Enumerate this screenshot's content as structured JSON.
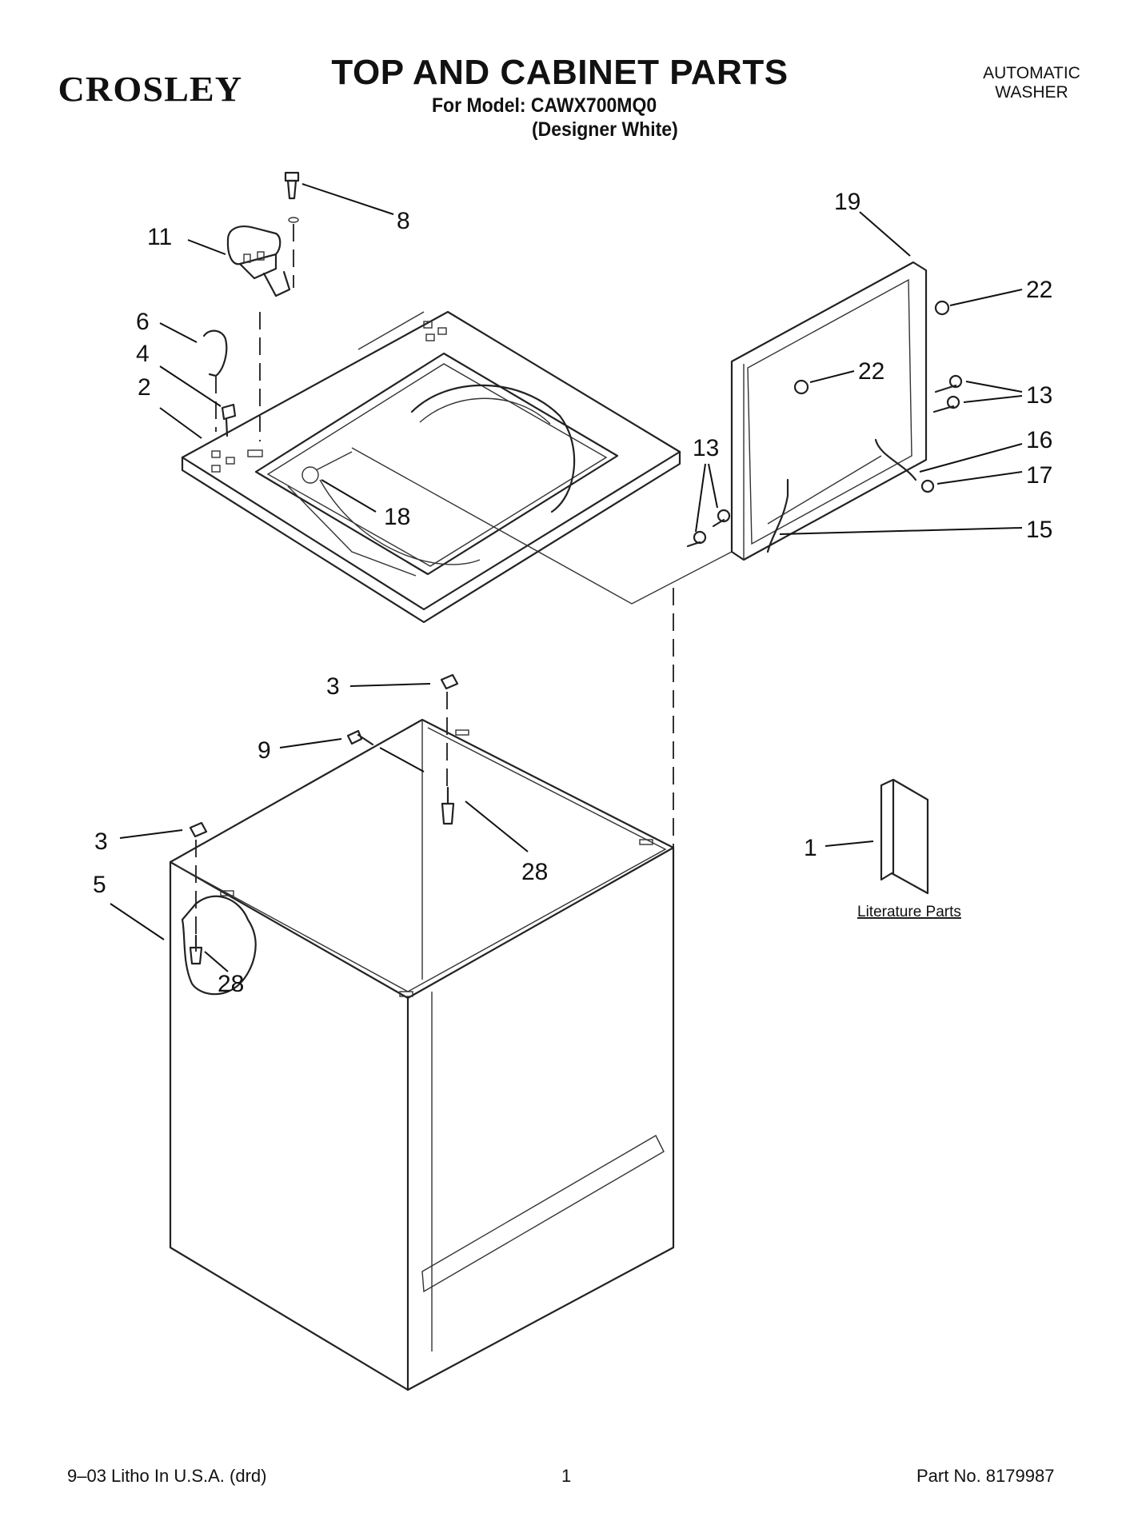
{
  "header": {
    "brand": "CROSLEY",
    "title": "TOP AND CABINET PARTS",
    "model_line": "For Model: CAWX700MQ0",
    "variant_line": "(Designer White)",
    "appliance_line1": "AUTOMATIC",
    "appliance_line2": "WASHER"
  },
  "callouts": {
    "c8": "8",
    "c11": "11",
    "c6": "6",
    "c4": "4",
    "c2": "2",
    "c18": "18",
    "c19": "19",
    "c22a": "22",
    "c22b": "22",
    "c13a": "13",
    "c13b": "13",
    "c16": "16",
    "c17": "17",
    "c15": "15",
    "c3a": "3",
    "c9": "9",
    "c28a": "28",
    "c3b": "3",
    "c5": "5",
    "c28b": "28",
    "c1": "1"
  },
  "literature_label": "Literature Parts",
  "footer": {
    "litho": "9–03 Litho In U.S.A. (drd)",
    "page": "1",
    "part_no": "Part No. 8179987"
  }
}
